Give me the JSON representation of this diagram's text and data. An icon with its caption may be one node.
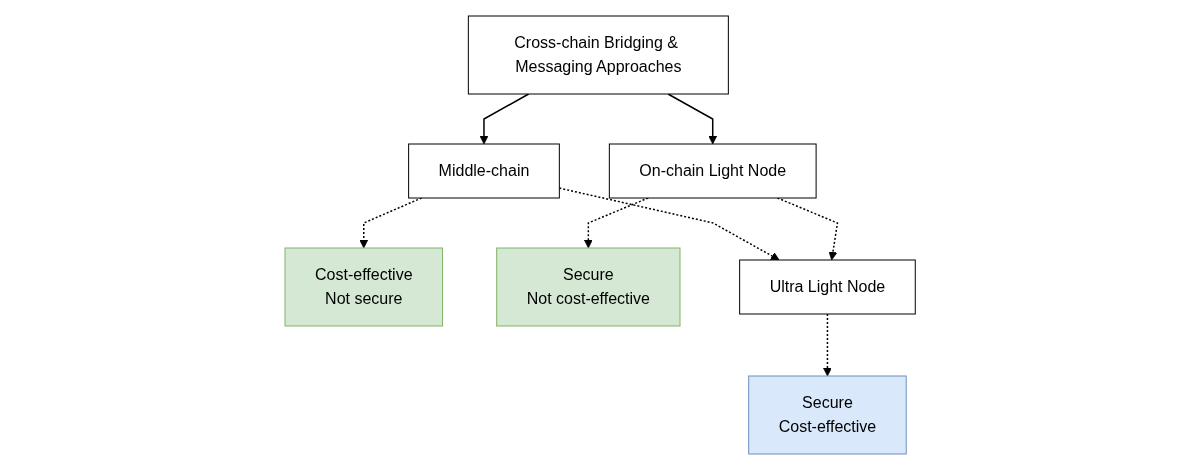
{
  "diagram": {
    "nodes": [
      {
        "text": [
          "Cross-chain Bridging & Messaging Approaches"
        ]
      },
      {
        "text": [
          "Cost-effective",
          "Not secure"
        ]
      },
      {
        "text": [
          "Middle-chain"
        ]
      },
      {
        "text": [
          "On-chain Light Node"
        ]
      },
      {
        "text": [
          "Secure",
          "Not cost-effective"
        ]
      },
      {
        "text": [
          "Ultra Light Node"
        ]
      },
      {
        "text": [
          "Secure",
          "Cost-effective"
        ]
      }
    ],
    "edges": [
      {
        "from": 0,
        "to": 2,
        "arrow": "to"
      },
      {
        "from": 0,
        "to": 3,
        "arrow": "to"
      },
      {
        "from": 2,
        "to": 1,
        "arrow": "to",
        "style": "dashed"
      },
      {
        "from": 3,
        "to": 4,
        "arrow": "to",
        "style": "dashed"
      },
      {
        "from": 2,
        "to": 5,
        "arrow": "to",
        "style": "dashed"
      },
      {
        "from": 3,
        "to": 5,
        "arrow": "to",
        "style": "dashed"
      },
      {
        "from": 5,
        "to": 6,
        "arrow": "to",
        "style": "dashed"
      }
    ]
  }
}
